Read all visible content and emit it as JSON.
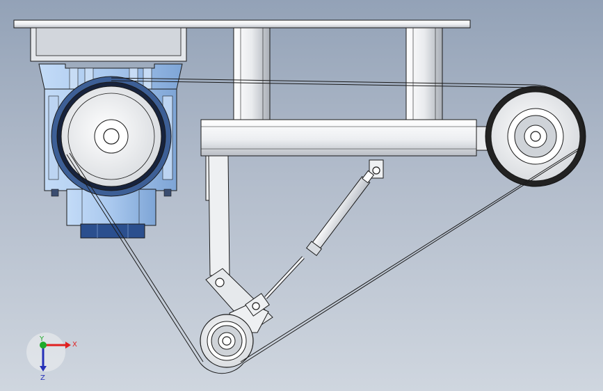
{
  "triad": {
    "x_label": "X",
    "y_label": "Y",
    "z_label": "Z",
    "x_color": "#e02020",
    "y_color": "#1faa2a",
    "z_color": "#2530b8"
  },
  "colors": {
    "motor_blue": "#a9c8ee",
    "motor_blue_dark": "#6f93c4",
    "metal_light": "#f2f3f5",
    "metal_mid": "#c9ccd2",
    "edge": "#1a1a1a",
    "pulley_rim": "#1c2a44",
    "tire": "#222222"
  }
}
